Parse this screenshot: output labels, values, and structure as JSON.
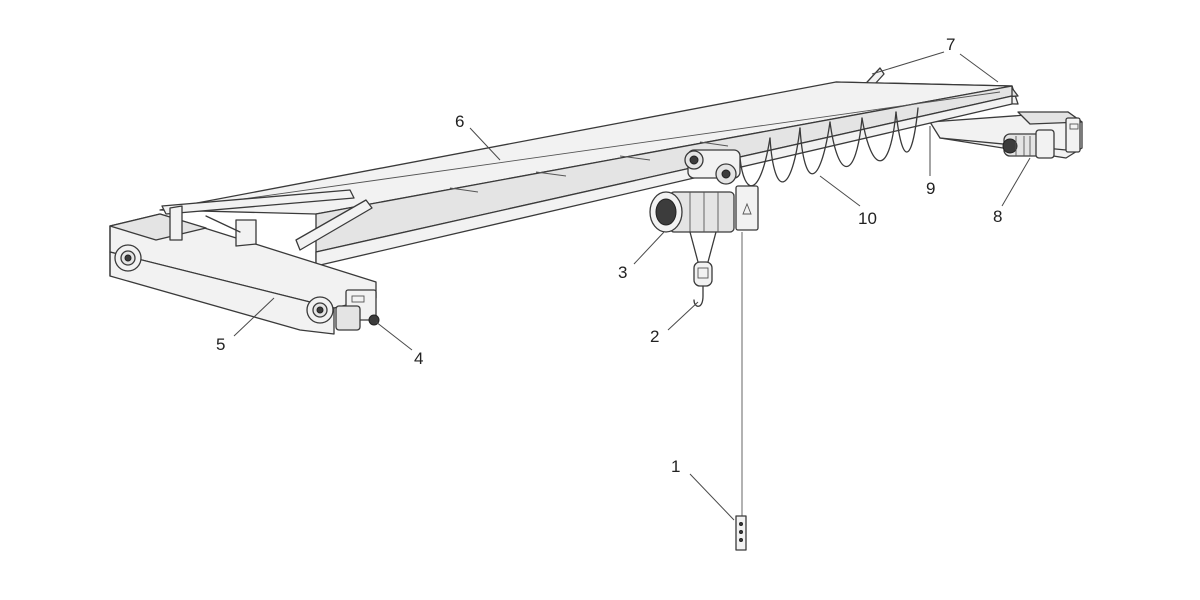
{
  "callouts": [
    {
      "id": "1",
      "text": "1"
    },
    {
      "id": "2",
      "text": "2"
    },
    {
      "id": "3",
      "text": "3"
    },
    {
      "id": "4",
      "text": "4"
    },
    {
      "id": "5",
      "text": "5"
    },
    {
      "id": "6",
      "text": "6"
    },
    {
      "id": "7",
      "text": "7"
    },
    {
      "id": "8",
      "text": "8"
    },
    {
      "id": "9",
      "text": "9"
    },
    {
      "id": "10",
      "text": "10"
    }
  ],
  "colors": {
    "line": "#3a3a3a",
    "fill": "#f2f2f2",
    "background": "#ffffff"
  }
}
